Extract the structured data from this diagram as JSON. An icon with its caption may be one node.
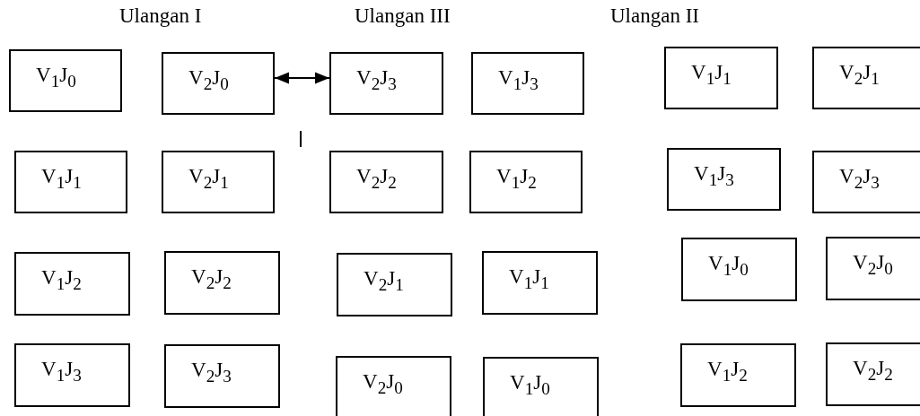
{
  "diagram": {
    "nodes": [
      {
        "text": [
          "V$_{1}$J$_{0}$"
        ]
      },
      {
        "text": [
          "V$_{2}$J$_{0}$"
        ]
      },
      {
        "text": [
          "V$_{2}$J$_{3}$"
        ]
      },
      {
        "text": [
          "V$_{1}$J$_{3}$"
        ]
      },
      {
        "text": [
          "V$_{1}$J$_{1}$"
        ]
      },
      {
        "text": [
          "V$_{2}$J$_{1}$"
        ]
      },
      {
        "text": [
          "V$_{1}$J$_{1}$"
        ]
      },
      {
        "text": [
          "V$_{2}$J$_{1}$"
        ]
      },
      {
        "text": [
          "V$_{2}$J$_{2}$"
        ]
      },
      {
        "text": [
          "V$_{1}$J$_{2}$"
        ]
      },
      {
        "text": [
          "V$_{1}$J$_{3}$"
        ]
      },
      {
        "text": [
          "V$_{2}$J$_{3}$"
        ]
      },
      {
        "text": [
          "V$_{1}$J$_{2}$"
        ]
      },
      {
        "text": [
          "V$_{2}$J$_{2}$"
        ]
      },
      {
        "text": [
          "V$_{2}$J$_{1}$"
        ]
      },
      {
        "text": [
          "V$_{1}$J$_{1}$"
        ]
      },
      {
        "text": [
          "V$_{1}$J$_{0}$"
        ]
      },
      {
        "text": [
          "V$_{2}$J$_{0}$"
        ]
      },
      {
        "text": [
          "V$_{1}$J$_{3}$"
        ]
      },
      {
        "text": [
          "V$_{2}$J$_{3}$"
        ]
      },
      {
        "text": [
          "V$_{2}$J$_{0}$"
        ]
      },
      {
        "text": [
          "V$_{1}$J$_{0}$"
        ]
      },
      {
        "text": [
          "V$_{1}$J$_{2}$"
        ]
      },
      {
        "text": [
          "V$_{2}$J$_{2}$"
        ]
      }
    ],
    "edges": [
      {
        "from": 1,
        "to": 2,
        "arrow": "both"
      }
    ],
    "labels": [
      "Ulangan I",
      "Ulangan III",
      "Ulangan II"
    ]
  }
}
